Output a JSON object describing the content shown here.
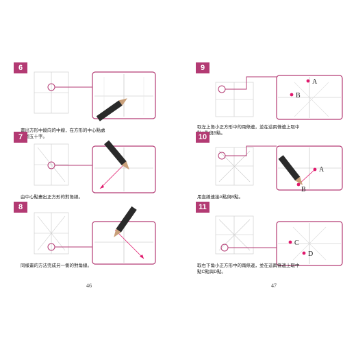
{
  "left_page": {
    "page_number": "46",
    "steps": [
      {
        "number": "6",
        "caption_lines": [
          "畫出方形中縱向的中線，在方形的中心點處",
          "一個五十字。"
        ]
      },
      {
        "number": "7",
        "caption_lines": [
          "由中心點畫出正方形的對角線。"
        ]
      },
      {
        "number": "8",
        "caption_lines": [
          "同樣畫的方法完成另一側的對角線。"
        ]
      }
    ]
  },
  "right_page": {
    "page_number": "47",
    "steps": [
      {
        "number": "9",
        "caption_lines": [
          "取左上角小正方形中的兩條邊，並在這兩條邊上取中",
          "點A點與B點。"
        ],
        "point_labels": [
          "A",
          "B"
        ]
      },
      {
        "number": "10",
        "caption_lines": [
          "用直線連接A點與B點。"
        ],
        "point_labels": [
          "A",
          "B"
        ]
      },
      {
        "number": "11",
        "caption_lines": [
          "取右下角小正方形中的兩條邊，並在這兩條邊上取中",
          "點C點與D點。"
        ],
        "point_labels": [
          "C",
          "D"
        ]
      }
    ]
  },
  "colors": {
    "accent": "#b33a73",
    "marker": "#e0186c",
    "pencil": "#2a2a2a"
  }
}
